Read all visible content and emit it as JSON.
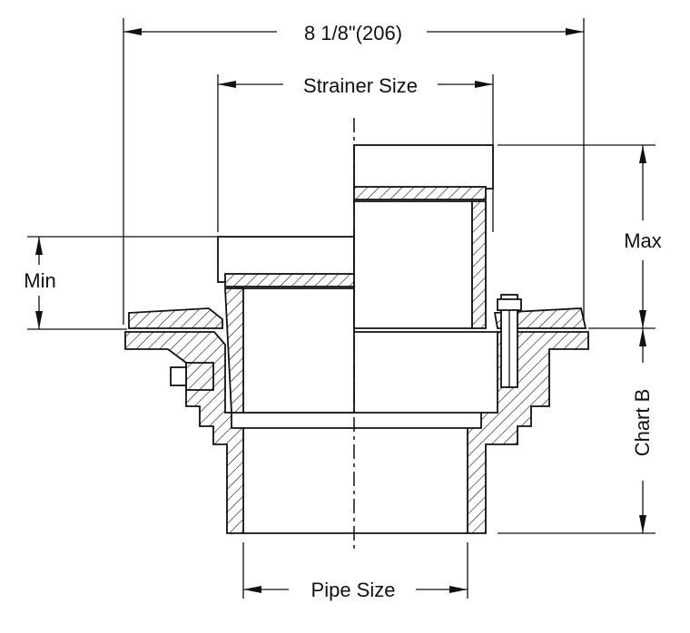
{
  "dimensions": {
    "overall_width": "8 1/8\"(206)",
    "strainer_size": "Strainer Size",
    "min": "Min",
    "max": "Max",
    "chart_b": "Chart B",
    "pipe_size": "Pipe Size"
  }
}
